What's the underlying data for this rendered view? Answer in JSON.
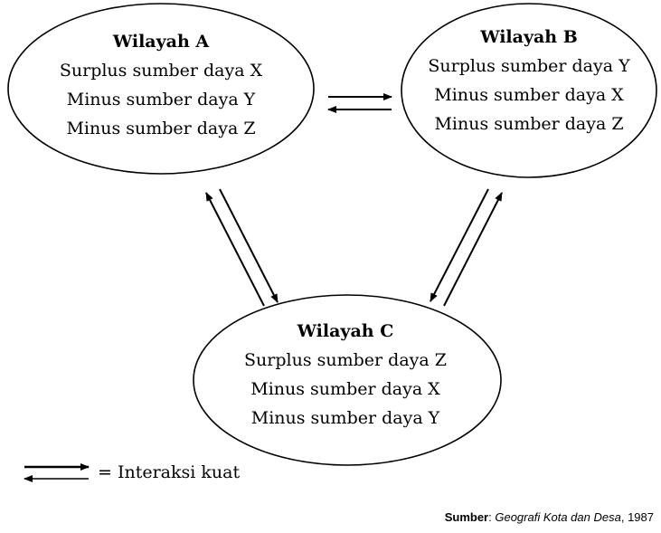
{
  "regions": {
    "a": {
      "title": "Wilayah A",
      "lines": [
        "Surplus sumber daya X",
        "Minus sumber daya Y",
        "Minus sumber daya Z"
      ]
    },
    "b": {
      "title": "Wilayah B",
      "lines": [
        "Surplus sumber daya Y",
        "Minus sumber daya X",
        "Minus sumber daya Z"
      ]
    },
    "c": {
      "title": "Wilayah C",
      "lines": [
        "Surplus sumber daya Z",
        "Minus sumber daya X",
        "Minus sumber daya Y"
      ]
    }
  },
  "legend": {
    "label": "= Interaksi kuat"
  },
  "source": {
    "label": "Sumber",
    "separator": ": ",
    "title": "Geografi Kota dan Desa",
    "year_sep": ", ",
    "year": "1987"
  },
  "colors": {
    "stroke": "#000000",
    "background": "#ffffff"
  }
}
